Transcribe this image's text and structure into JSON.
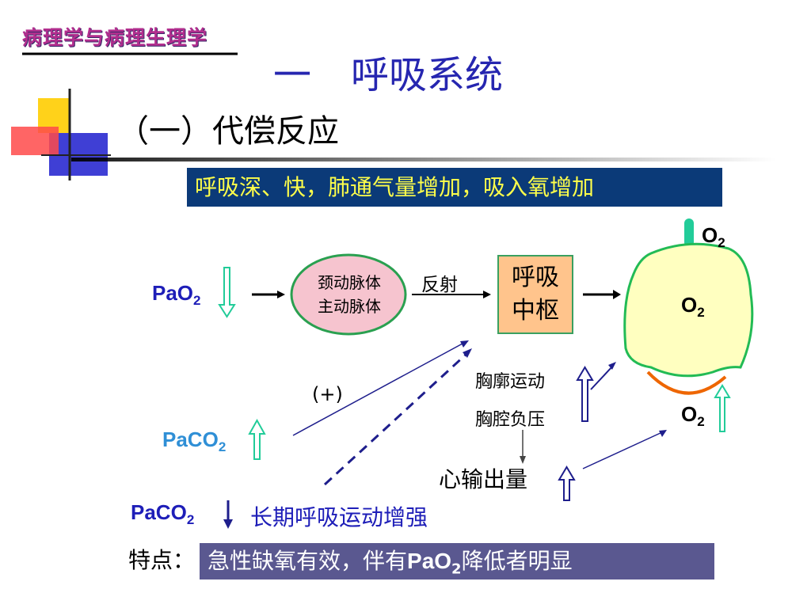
{
  "course": "病理学与病理生理学",
  "title": {
    "num": "一",
    "text": "呼吸系统"
  },
  "subtitle": "（一）代偿反应",
  "banner": "呼吸深、快，肺通气量增加，吸入氧增加",
  "diagram": {
    "pao2": "PaO",
    "sub2": "2",
    "receptor_line1": "颈动脉体",
    "receptor_line2": "主动脉体",
    "reflex": "反射",
    "center_line1": "呼吸",
    "center_line2": "中枢",
    "o2": "O",
    "chest_motion": "胸廓运动",
    "chest_pressure": "胸腔负压",
    "plus": "(+)",
    "paco2": "PaCO",
    "cardiac_output": "心输出量",
    "long_term": "长期呼吸运动增强"
  },
  "feature": {
    "label": "特点：",
    "text_a": "急性缺氧有效，伴有",
    "text_pao": "PaO",
    "text_sub": "2",
    "text_b": "降低者明显"
  },
  "colors": {
    "title": "#2626b0",
    "banner_bg": "#0b3a78",
    "banner_text": "#ffff4a",
    "lung_fill": "#ffffc0",
    "lung_stroke": "#22bb55",
    "diaphragm": "#ee6600",
    "arrow_teal": "#22cc99",
    "arrow_navy": "#1e1e8c"
  }
}
